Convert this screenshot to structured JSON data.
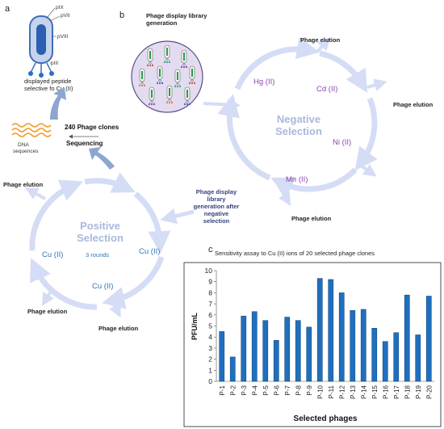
{
  "panels": {
    "a": "a",
    "b": "b",
    "c": "c"
  },
  "phage": {
    "proteins": [
      "pIX",
      "pVII",
      "pVIII",
      "pIII"
    ],
    "caption_line1": "displayed peptide",
    "caption_line2": "selective fo Cu (II)"
  },
  "sequencing": {
    "clones": "240 Phage clones",
    "step": "Sequencing",
    "dna_line1": "DNA",
    "dna_line2": "sequences"
  },
  "library": {
    "title_line1": "Phage display library",
    "title_line2": "generation"
  },
  "negative": {
    "title_line1": "Negative",
    "title_line2": "Selection",
    "ions": [
      "Hg (II)",
      "Cd (II)",
      "Ni (II)",
      "Mn (II)"
    ],
    "elution": "Phage elution"
  },
  "middle": {
    "line1": "Phage display",
    "line2": "library",
    "line3": "generation after",
    "line4": "negative",
    "line5": "selection"
  },
  "positive": {
    "title_line1": "Positive",
    "title_line2": "Selection",
    "rounds": "3 rounds",
    "ion": "Cu (II)",
    "elution": "Phage elution"
  },
  "colors": {
    "cycle": "#d5dcf5",
    "selection_text": "#a9b8dd",
    "ion_purple": "#8e44ad",
    "cu_blue": "#2e75b6",
    "bar": "#1f6fbf",
    "bar_edge": "#0d3f73",
    "library_bg": "#e3dcf1",
    "navy": "#34447c"
  },
  "chart_data": {
    "type": "bar",
    "title": "Sensitivity assay to  Cu (II) ions of 20 selected phage clones",
    "xlabel": "Selected phages",
    "ylabel": "PFU/mL",
    "ylim": [
      0,
      10
    ],
    "yticks": [
      0,
      1,
      2,
      3,
      4,
      5,
      6,
      7,
      8,
      9,
      10
    ],
    "categories": [
      "P-1",
      "P-2",
      "P-3",
      "P-4",
      "P-5",
      "P-6",
      "P-7",
      "P-8",
      "P-9",
      "P-10",
      "P-11",
      "P-12",
      "P-13",
      "P-14",
      "P-15",
      "P-16",
      "P-17",
      "P-18",
      "P-19",
      "P-20"
    ],
    "values": [
      4.5,
      2.2,
      5.9,
      6.3,
      5.5,
      3.7,
      5.8,
      5.5,
      4.9,
      9.3,
      9.2,
      8.0,
      6.4,
      6.5,
      4.8,
      3.6,
      4.4,
      7.8,
      4.2,
      7.7
    ],
    "grid": false,
    "legend": "none"
  }
}
